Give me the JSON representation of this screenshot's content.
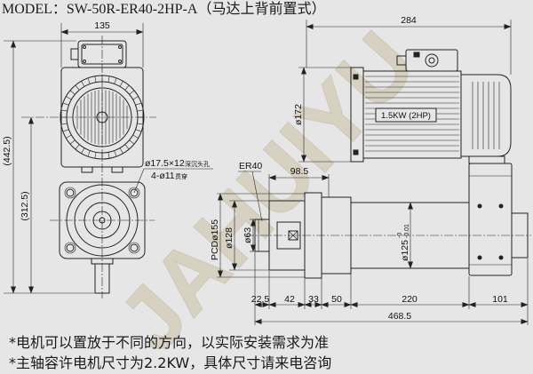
{
  "title": "MODEL：SW-50R-ER40-2HP-A（马达上背前置式）",
  "watermark": "JAHUIYU",
  "front_view": {
    "width_dim": "135",
    "height_total_dim": "(442.5)",
    "height_center_dim": "(312.5)",
    "counterbore_note": "ø17.5×12",
    "counterbore_note_suffix": "深沉头孔",
    "through_hole_note": "4-ø11",
    "through_hole_note_suffix": "贯穿"
  },
  "side_view": {
    "motor_length_dim": "284",
    "motor_dia_dim": "ø172",
    "motor_rating": "1.5KW (2HP)",
    "collet": "ER40",
    "nose_dim": "98.5",
    "pcd_dim": "PCDø155",
    "d128": "ø128",
    "d63": "ø63",
    "d125": "ø125",
    "d125_tol_upper": "-0",
    "d125_tol_lower": "-0.01",
    "length_chain": [
      "22.5",
      "42",
      "33",
      "50",
      "220",
      "101"
    ],
    "total_length": "468.5"
  },
  "notes": [
    "*电机可以置放于不同的方向，以实际安装需求为准",
    "*主轴容许电机尺寸为2.2KW，具体尺寸请来电咨询"
  ],
  "colors": {
    "background": "#e6e6e6",
    "line": "#222222",
    "watermark": "#d7d1c2"
  }
}
